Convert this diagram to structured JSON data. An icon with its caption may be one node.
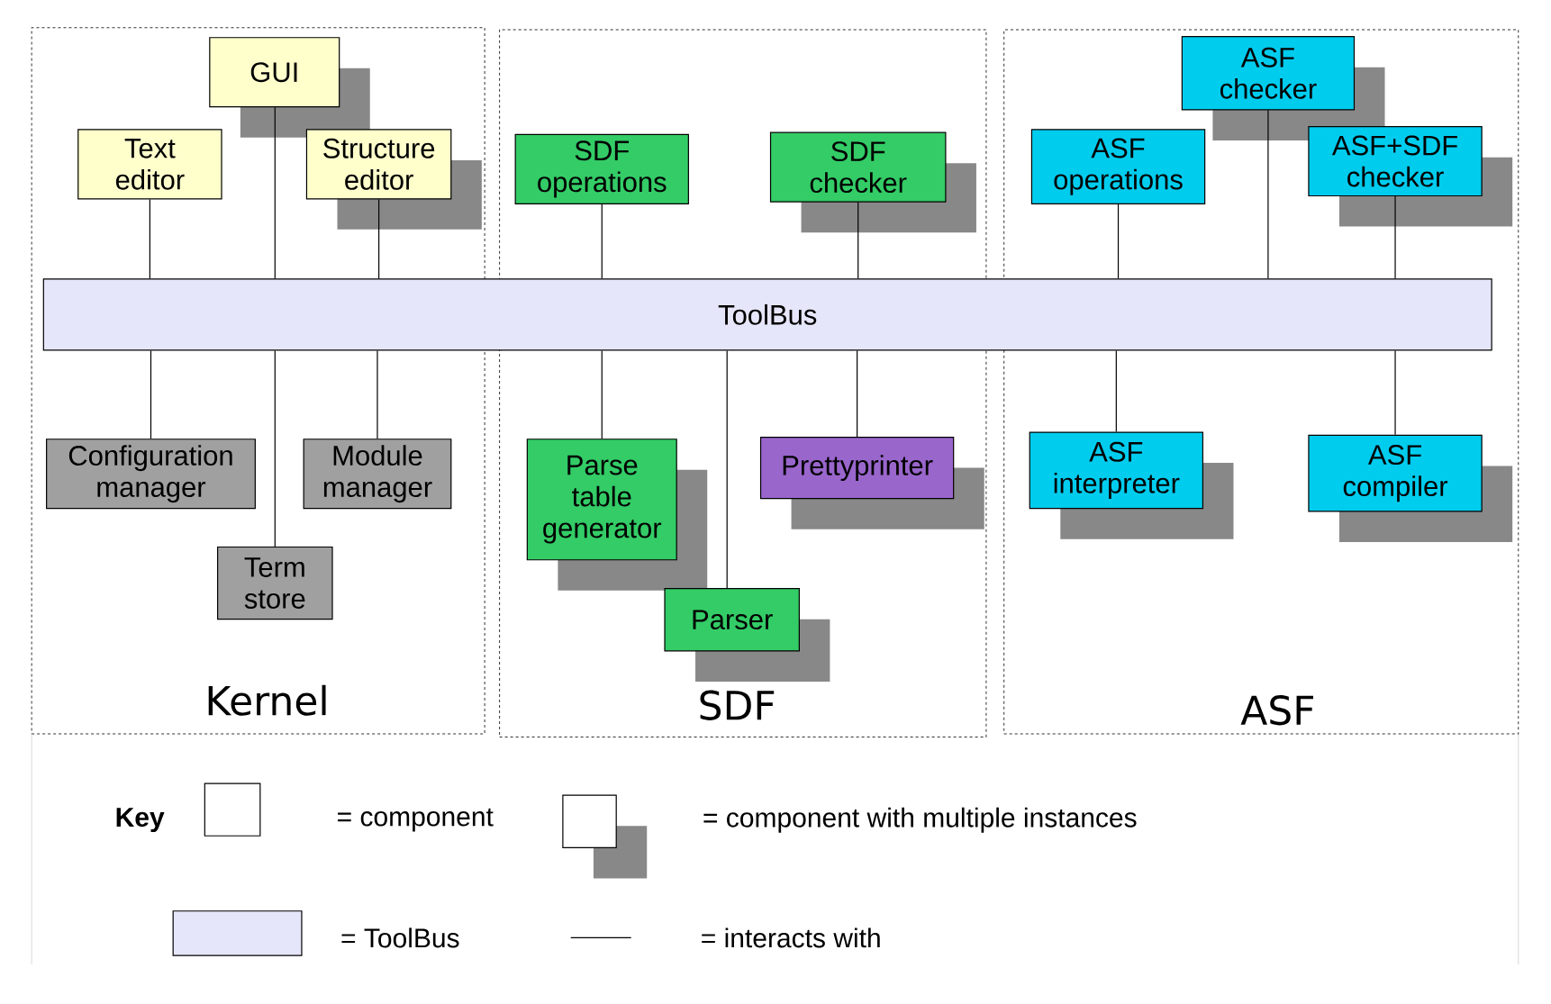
{
  "diagram": {
    "nodes": [
      {
        "text": [
          "Kernel"
        ]
      },
      {
        "text": [
          "SDF"
        ]
      },
      {
        "text": [
          "ASF"
        ]
      },
      {
        "text": [
          "ToolBus"
        ]
      },
      {
        "text": [
          "GUI"
        ],
        "in": 0
      },
      {
        "text": [
          "Text editor"
        ],
        "in": 0
      },
      {
        "text": [
          "Structure editor"
        ],
        "in": 0
      },
      {
        "text": [
          "Configuration manager"
        ],
        "in": 0
      },
      {
        "text": [
          "Module manager"
        ],
        "in": 0
      },
      {
        "text": [
          "Term store"
        ],
        "in": 0
      },
      {
        "text": [
          "SDF operations"
        ],
        "in": 1
      },
      {
        "text": [
          "SDF checker"
        ],
        "in": 1
      },
      {
        "text": [
          "Parse table generator"
        ],
        "in": 1
      },
      {
        "text": [
          "Prettyprinter"
        ],
        "in": 1
      },
      {
        "text": [
          "Parser"
        ],
        "in": 1
      },
      {
        "text": [
          "ASF checker"
        ],
        "in": 2
      },
      {
        "text": [
          "ASF operations"
        ],
        "in": 2
      },
      {
        "text": [
          "ASF+SDF checker"
        ],
        "in": 2
      },
      {
        "text": [
          "ASF interpreter"
        ],
        "in": 2
      },
      {
        "text": [
          "ASF compiler"
        ],
        "in": 2
      }
    ],
    "edges": [
      {
        "from": 4,
        "to": 3,
        "arrow": "none"
      },
      {
        "from": 5,
        "to": 3,
        "arrow": "none"
      },
      {
        "from": 6,
        "to": 3,
        "arrow": "none"
      },
      {
        "from": 7,
        "to": 3,
        "arrow": "none"
      },
      {
        "from": 8,
        "to": 3,
        "arrow": "none"
      },
      {
        "from": 9,
        "to": 3,
        "arrow": "none"
      },
      {
        "from": 10,
        "to": 3,
        "arrow": "none"
      },
      {
        "from": 11,
        "to": 3,
        "arrow": "none"
      },
      {
        "from": 12,
        "to": 3,
        "arrow": "none"
      },
      {
        "from": 13,
        "to": 3,
        "arrow": "none"
      },
      {
        "from": 14,
        "to": 3,
        "arrow": "none"
      },
      {
        "from": 15,
        "to": 3,
        "arrow": "none"
      },
      {
        "from": 16,
        "to": 3,
        "arrow": "none"
      },
      {
        "from": 17,
        "to": 3,
        "arrow": "none"
      },
      {
        "from": 18,
        "to": 3,
        "arrow": "none"
      },
      {
        "from": 19,
        "to": 3,
        "arrow": "none"
      }
    ],
    "labels": [
      "Key"
    ],
    "legend": [
      {
        "text": "= component"
      },
      {
        "text": "= component with multiple instances"
      },
      {
        "text": "= ToolBus",
        "color": "#e6e6fa"
      },
      {
        "text": "= interacts with"
      }
    ]
  }
}
